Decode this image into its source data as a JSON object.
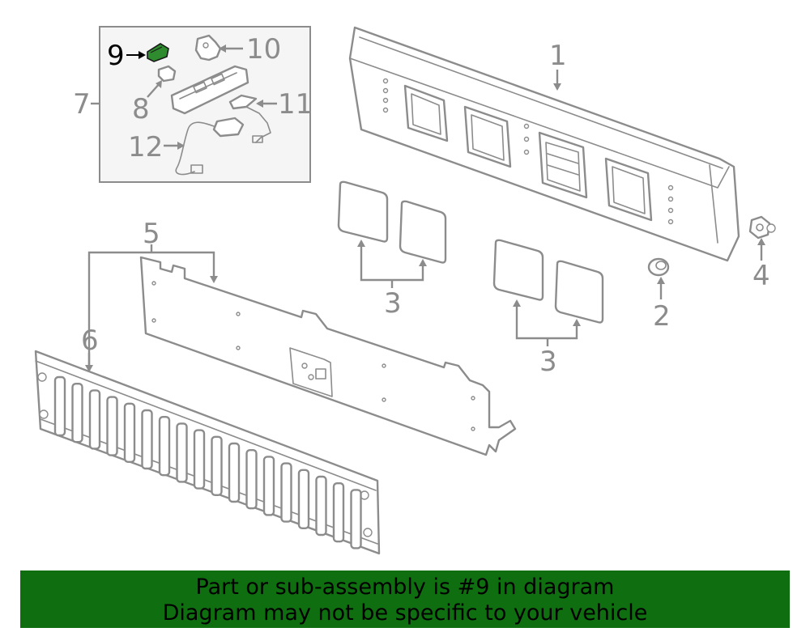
{
  "callouts": {
    "c1": "1",
    "c2": "2",
    "c3a": "3",
    "c3b": "3",
    "c4": "4",
    "c5": "5",
    "c6": "6",
    "c7": "7",
    "c8": "8",
    "c9": "9",
    "c10": "10",
    "c11": "11",
    "c12": "12"
  },
  "highlighted_part": "9",
  "banner": {
    "line1": "Part or sub-assembly is #9 in diagram",
    "line2": "Diagram may not be specific to your vehicle"
  },
  "colors": {
    "banner_background": "#0f6e0f",
    "highlight_part": "#2e8b2e",
    "line_art": "#8c8c8c"
  }
}
